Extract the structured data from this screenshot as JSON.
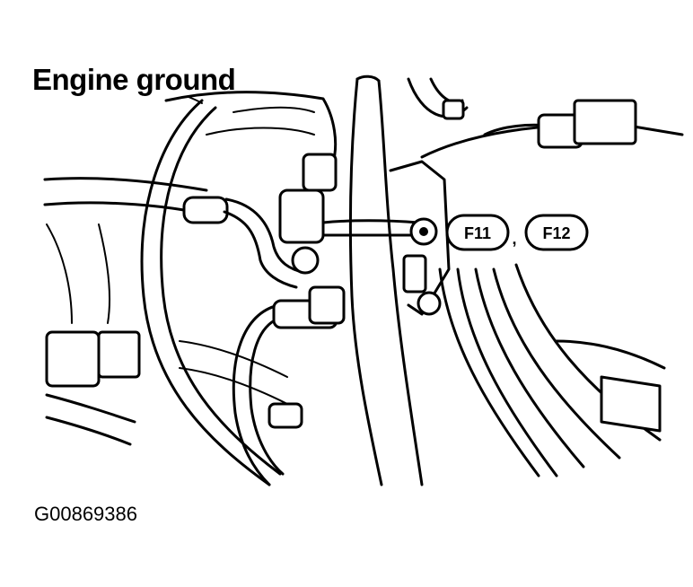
{
  "diagram": {
    "title": "Engine ground",
    "figure_id": "G00869386",
    "connectors": [
      "F11",
      "F12"
    ],
    "separator": ","
  }
}
